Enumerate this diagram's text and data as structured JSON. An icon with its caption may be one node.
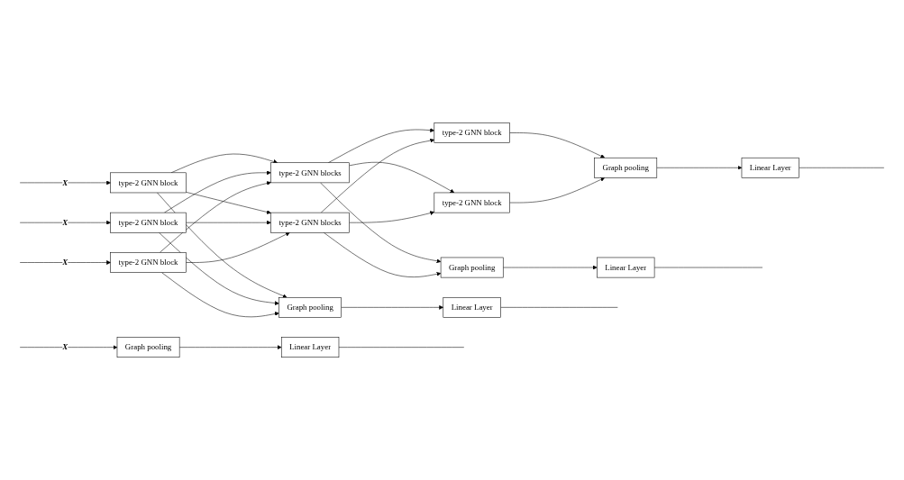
{
  "diagram": {
    "nodes": [
      {
        "text": [
          "type-2 GNN block"
        ]
      },
      {
        "text": [
          "type-2 GNN block"
        ]
      },
      {
        "text": [
          "type-2 GNN block"
        ]
      },
      {
        "text": [
          "Graph pooling"
        ]
      },
      {
        "text": [
          "Graph pooling"
        ]
      },
      {
        "text": [
          "type-2 GNN blocks"
        ]
      },
      {
        "text": [
          "type-2 GNN blocks"
        ]
      },
      {
        "text": [
          "type-2 GNN block"
        ]
      },
      {
        "text": [
          "type-2 GNN block"
        ]
      },
      {
        "text": [
          "Graph pooling"
        ]
      },
      {
        "text": [
          "Graph pooling"
        ]
      },
      {
        "text": [
          "Linear Layer"
        ]
      },
      {
        "text": [
          "Linear Layer"
        ]
      },
      {
        "text": [
          "Linear Layer"
        ]
      },
      {
        "text": [
          "Linear Layer"
        ]
      }
    ],
    "edges": [
      {
        "from": null,
        "to": 3,
        "arrow": "to",
        "label": "X"
      },
      {
        "from": null,
        "to": 0,
        "arrow": "to",
        "label": "X"
      },
      {
        "from": null,
        "to": 1,
        "arrow": "to",
        "label": "X"
      },
      {
        "from": null,
        "to": 2,
        "arrow": "to",
        "label": "X"
      },
      {
        "from": 0,
        "to": 4,
        "arrow": "to"
      },
      {
        "from": 0,
        "to": 5,
        "arrow": "to"
      },
      {
        "from": 0,
        "to": 6,
        "arrow": "to"
      },
      {
        "from": 1,
        "to": 4,
        "arrow": "to"
      },
      {
        "from": 1,
        "to": 5,
        "arrow": "to"
      },
      {
        "from": 1,
        "to": 6,
        "arrow": "to"
      },
      {
        "from": 2,
        "to": 4,
        "arrow": "to"
      },
      {
        "from": 2,
        "to": 5,
        "arrow": "to"
      },
      {
        "from": 2,
        "to": 6,
        "arrow": "to"
      },
      {
        "from": 5,
        "to": 7,
        "arrow": "to"
      },
      {
        "from": 5,
        "to": 8,
        "arrow": "to"
      },
      {
        "from": 5,
        "to": 9,
        "arrow": "to"
      },
      {
        "from": 6,
        "to": 7,
        "arrow": "to"
      },
      {
        "from": 6,
        "to": 8,
        "arrow": "to"
      },
      {
        "from": 6,
        "to": 9,
        "arrow": "to"
      },
      {
        "from": 7,
        "to": 10,
        "arrow": "to"
      },
      {
        "from": 8,
        "to": 10,
        "arrow": "to"
      },
      {
        "from": 3,
        "to": 11,
        "arrow": "to"
      },
      {
        "from": 4,
        "to": 12,
        "arrow": "to"
      },
      {
        "from": 9,
        "to": 13,
        "arrow": "to"
      },
      {
        "from": 10,
        "to": 14,
        "arrow": "to"
      },
      {
        "from": 11,
        "to": null,
        "arrow": "none"
      },
      {
        "from": 12,
        "to": null,
        "arrow": "none"
      },
      {
        "from": 13,
        "to": null,
        "arrow": "none"
      },
      {
        "from": 14,
        "to": null,
        "arrow": "none"
      }
    ]
  }
}
